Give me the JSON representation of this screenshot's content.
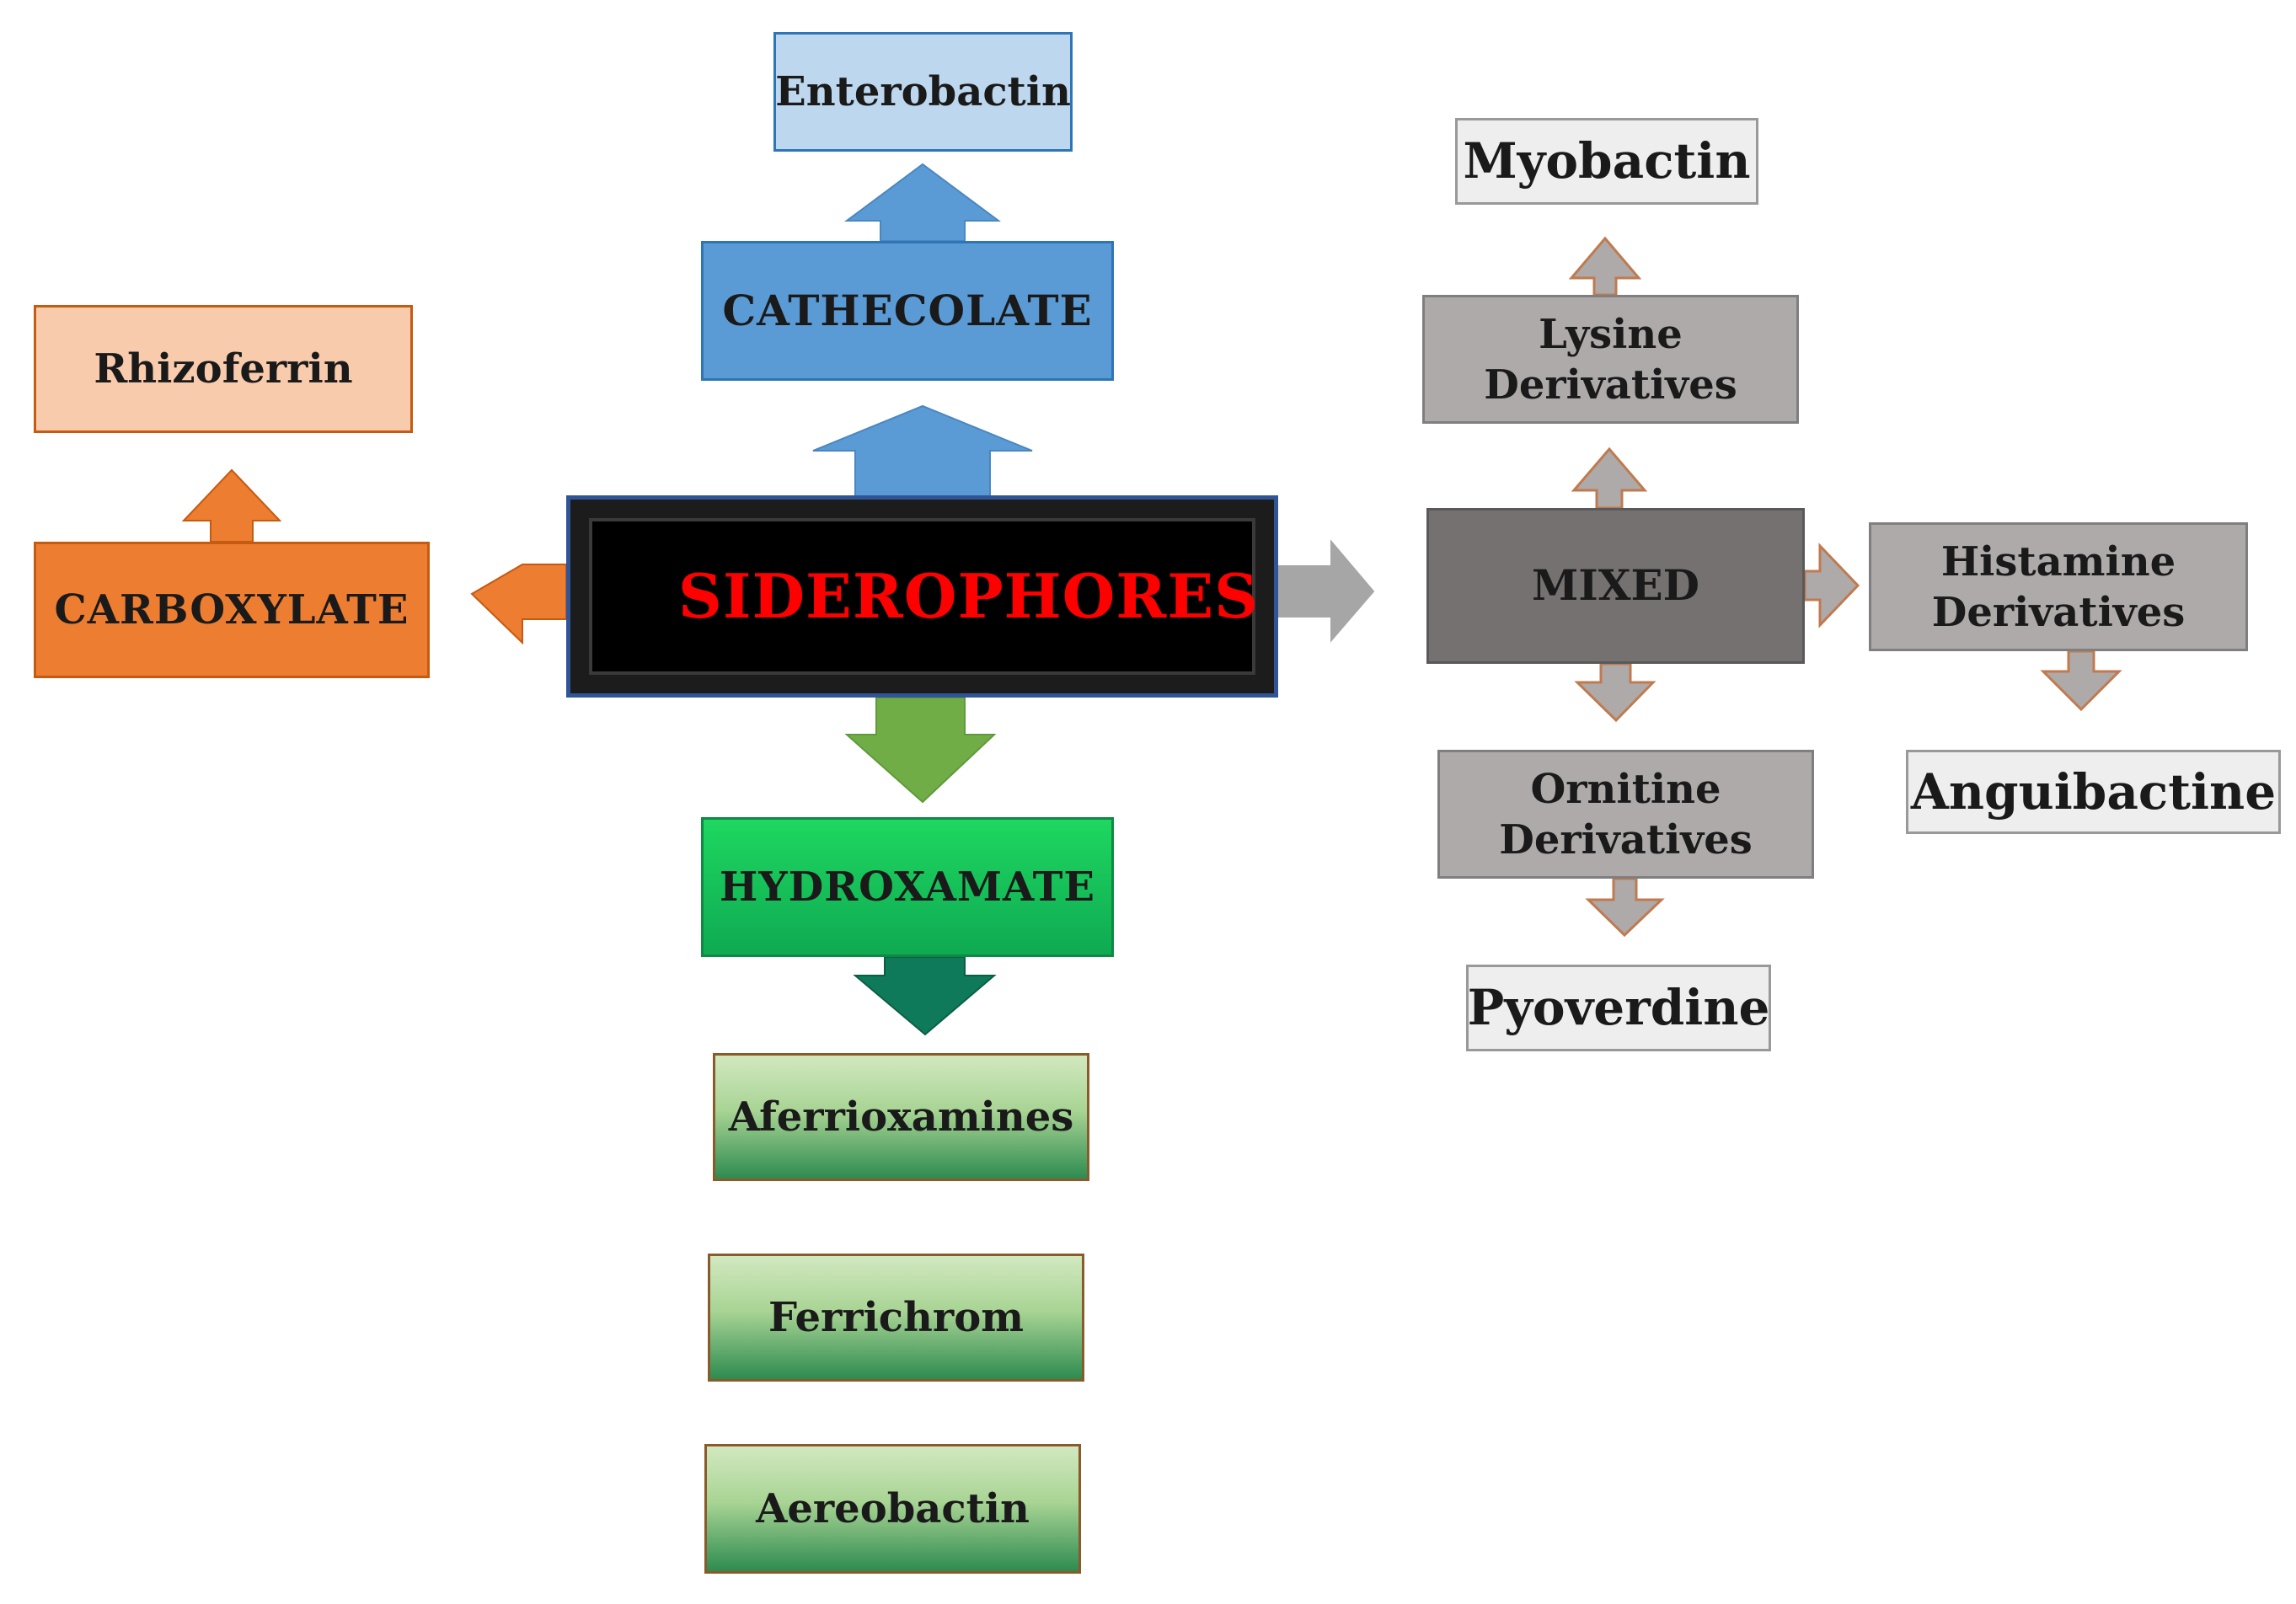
{
  "center": {
    "label": "SIDEROPHORES",
    "text_color": "#ff0000"
  },
  "categories": {
    "cathecolate": "CATHECOLATE",
    "carboxylate": "CARBOXYLATE",
    "hydroxamate": "HYDROXAMATE",
    "mixed": "MIXED"
  },
  "examples": {
    "enterobactin": "Enterobactin",
    "rhizoferrin": "Rhizoferrin",
    "aferrioxamines": "Aferrioxamines",
    "ferrichrom": "Ferrichrom",
    "aereobactin": "Aereobactin",
    "myobactin": "Myobactin",
    "pyoverdine": "Pyoverdine",
    "anguibactine": "Anguibactine"
  },
  "mixed_types": {
    "lysine": "Lysine\nDerivatives",
    "ornitine": "Ornitine\nDerivatives",
    "histamine": "Histamine\nDerivatives"
  },
  "colors": {
    "cathecolate": "#5b9bd5",
    "carboxylate": "#ed7d31",
    "hydroxamate": "#00c060",
    "mixed": "#767171",
    "grey_arrow": "#a6a6a6",
    "green_arrow": "#70ad47",
    "teal_arrow": "#0e7a5a"
  }
}
